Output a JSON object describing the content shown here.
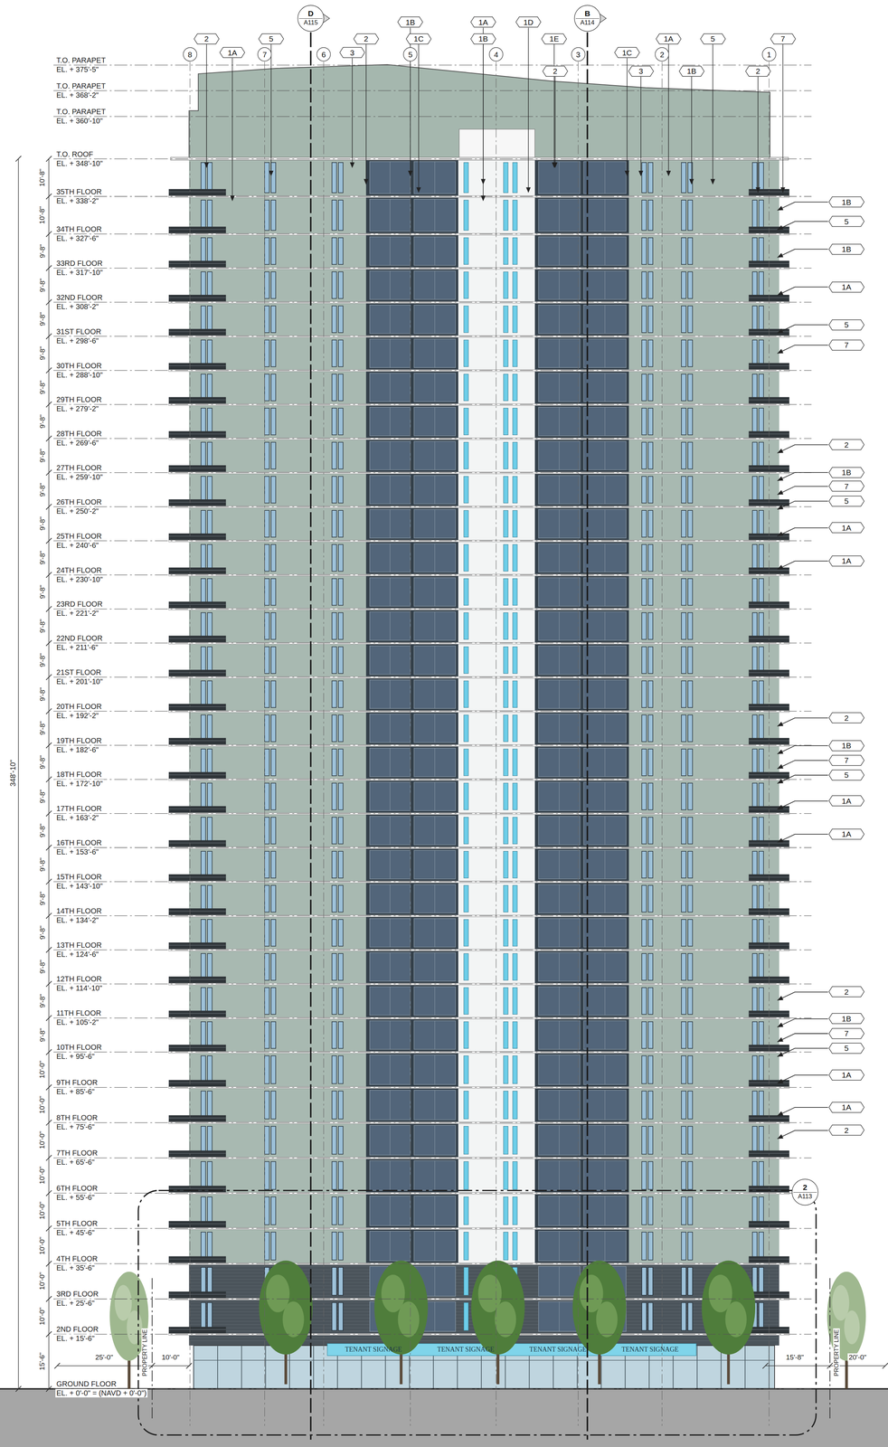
{
  "diagram": {
    "nodes": [
      {
        "text": [
          "D",
          "A115"
        ]
      },
      {
        "text": [
          "1B"
        ]
      },
      {
        "text": [
          "1A"
        ]
      },
      {
        "text": [
          "1D"
        ]
      },
      {
        "text": [
          "B",
          "A114"
        ]
      },
      {
        "text": [
          "2"
        ]
      },
      {
        "text": [
          "5"
        ]
      },
      {
        "text": [
          "2"
        ]
      },
      {
        "text": [
          "1C"
        ]
      },
      {
        "text": [
          "1B"
        ]
      },
      {
        "text": [
          "1E"
        ]
      },
      {
        "text": [
          "1A"
        ]
      },
      {
        "text": [
          "5"
        ]
      },
      {
        "text": [
          "7"
        ]
      },
      {
        "text": [
          "1A"
        ]
      },
      {
        "text": [
          "3"
        ]
      },
      {
        "text": [
          "1C"
        ]
      },
      {
        "text": [
          "8"
        ]
      },
      {
        "text": [
          "7"
        ]
      },
      {
        "text": [
          "6"
        ]
      },
      {
        "text": [
          "5"
        ]
      },
      {
        "text": [
          "4"
        ]
      },
      {
        "text": [
          "3"
        ]
      },
      {
        "text": [
          "2"
        ]
      },
      {
        "text": [
          "1"
        ]
      },
      {
        "text": [
          "2"
        ]
      },
      {
        "text": [
          "3"
        ]
      },
      {
        "text": [
          "1B"
        ]
      },
      {
        "text": [
          "2"
        ]
      },
      {
        "text": [
          "1B"
        ]
      },
      {
        "text": [
          "5"
        ]
      },
      {
        "text": [
          "1B"
        ]
      },
      {
        "text": [
          "1A"
        ]
      },
      {
        "text": [
          "5"
        ]
      },
      {
        "text": [
          "7"
        ]
      },
      {
        "text": [
          "2"
        ]
      },
      {
        "text": [
          "1B"
        ]
      },
      {
        "text": [
          "7"
        ]
      },
      {
        "text": [
          "5"
        ]
      },
      {
        "text": [
          "1A"
        ]
      },
      {
        "text": [
          "1A"
        ]
      },
      {
        "text": [
          "2"
        ]
      },
      {
        "text": [
          "1B"
        ]
      },
      {
        "text": [
          "7"
        ]
      },
      {
        "text": [
          "5"
        ]
      },
      {
        "text": [
          "1A"
        ]
      },
      {
        "text": [
          "1A"
        ]
      },
      {
        "text": [
          "2"
        ]
      },
      {
        "text": [
          "1B"
        ]
      },
      {
        "text": [
          "7"
        ]
      },
      {
        "text": [
          "5"
        ]
      },
      {
        "text": [
          "1A"
        ]
      },
      {
        "text": [
          "1A"
        ]
      },
      {
        "text": [
          "2"
        ]
      },
      {
        "text": [
          "2",
          "A113"
        ]
      }
    ],
    "labels": [
      "T.O. PARAPET",
      "EL. + 375'-5\"",
      "T.O. PARAPET",
      "EL. + 368'-2\"",
      "T.O. PARAPET",
      "EL. + 360'-10\"",
      "T.O. ROOF",
      "EL. + 348'-10\"",
      "35TH FLOOR",
      "EL. + 338'-2\"",
      "34TH FLOOR",
      "EL. + 327'-6\"",
      "33RD FLOOR",
      "EL. + 317'-10\"",
      "32ND FLOOR",
      "EL. + 308'-2\"",
      "31ST FLOOR",
      "EL. + 298'-6\"",
      "30TH FLOOR",
      "EL. + 288'-10\"",
      "29TH FLOOR",
      "EL. + 279'-2\"",
      "28TH FLOOR",
      "EL. + 269'-6\"",
      "27TH FLOOR",
      "EL. + 259'-10\"",
      "26TH FLOOR",
      "EL. + 250'-2\"",
      "25TH FLOOR",
      "EL. + 240'-6\"",
      "24TH FLOOR",
      "EL. + 230'-10\"",
      "23RD FLOOR",
      "EL. + 221'-2\"",
      "22ND FLOOR",
      "EL. + 211'-6\"",
      "21ST FLOOR",
      "EL. + 201'-10\"",
      "20TH FLOOR",
      "EL. + 192'-2\"",
      "19TH FLOOR",
      "EL. + 182'-6\"",
      "18TH FLOOR",
      "EL. + 172'-10\"",
      "17TH FLOOR",
      "EL. + 163'-2\"",
      "16TH FLOOR",
      "EL. + 153'-6\"",
      "15TH FLOOR",
      "EL. + 143'-10\"",
      "14TH FLOOR",
      "EL. + 134'-2\"",
      "13TH FLOOR",
      "EL. + 124'-6\"",
      "12TH FLOOR",
      "EL. + 114'-10\"",
      "11TH FLOOR",
      "EL. + 105'-2\"",
      "10TH FLOOR",
      "EL. + 95'-6\"",
      "9TH FLOOR",
      "EL. + 85'-6\"",
      "8TH FLOOR",
      "EL. + 75'-6\"",
      "7TH FLOOR",
      "EL. + 65'-6\"",
      "6TH FLOOR",
      "EL. + 55'-6\"",
      "5TH FLOOR",
      "EL. + 45'-6\"",
      "4TH FLOOR",
      "EL. + 35'-6\"",
      "3RD FLOOR",
      "EL. + 25'-6\"",
      "2ND FLOOR",
      "EL. + 15'-6\"",
      "GROUND FLOOR",
      "EL. + 0'-0\" = (NAVD + 0'-0\")",
      "10'-8\"",
      "10'-8\"",
      "9'-8\"",
      "9'-8\"",
      "9'-8\"",
      "9'-8\"",
      "9'-8\"",
      "9'-8\"",
      "9'-8\"",
      "9'-8\"",
      "9'-8\"",
      "9'-8\"",
      "9'-8\"",
      "9'-8\"",
      "9'-8\"",
      "9'-8\"",
      "9'-8\"",
      "9'-8\"",
      "9'-8\"",
      "9'-8\"",
      "9'-8\"",
      "9'-8\"",
      "9'-8\"",
      "9'-8\"",
      "9'-8\"",
      "9'-8\"",
      "10'-0\"",
      "10'-0\"",
      "10'-0\"",
      "10'-0\"",
      "10'-0\"",
      "10'-0\"",
      "10'-0\"",
      "10'-0\"",
      "15'-6\"",
      "348'-10\"",
      "25'-0\"",
      "10'-0\"",
      "15'-8\"",
      "20'-0\"",
      "PROPERTY LINE",
      "PROPERTY LINE",
      "TENANT SIGNAGE",
      "TENANT SIGNAGE",
      "TENANT SIGNAGE",
      "TENANT SIGNAGE"
    ]
  }
}
